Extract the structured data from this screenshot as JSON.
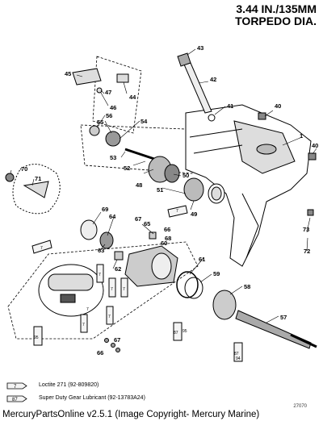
{
  "header": {
    "line1": "3.44 IN./135MM",
    "line2": "TORPEDO DIA."
  },
  "callouts": [
    "1",
    "40",
    "40",
    "41",
    "42",
    "43",
    "44",
    "45",
    "46",
    "47",
    "48",
    "49",
    "50",
    "51",
    "52",
    "53",
    "54",
    "55",
    "56",
    "57",
    "58",
    "59",
    "60",
    "61",
    "62",
    "63",
    "64",
    "65",
    "66",
    "67",
    "68",
    "69",
    "70",
    "71",
    "72",
    "73",
    "7",
    "7",
    "7",
    "7",
    "7",
    "7",
    "7",
    "7",
    "87",
    "87",
    "95",
    "95",
    "94",
    "67",
    "66"
  ],
  "legend": [
    {
      "tube_label": "7",
      "text": "Loctite 271 (92-809820)"
    },
    {
      "tube_label": "87",
      "text": "Super Duty Gear Lubricant (92-13783A24)"
    }
  ],
  "part_code": "27070",
  "footer": "MercuryPartsOnline v2.5.1 (Image Copyright- Mercury Marine)"
}
